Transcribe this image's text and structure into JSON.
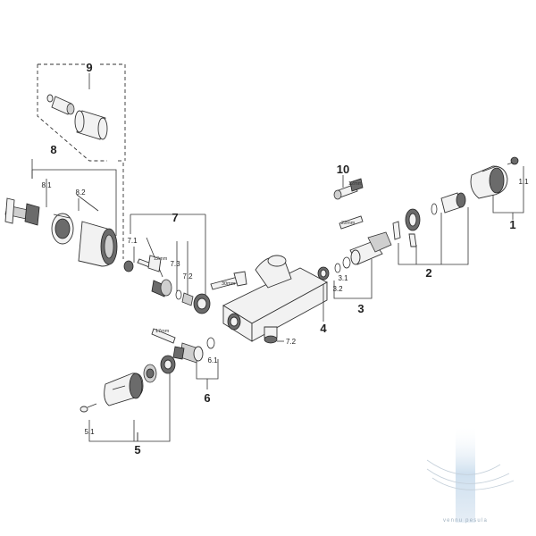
{
  "callouts": {
    "c1": "1",
    "c1_1": "1.1",
    "c2": "2",
    "c3": "3",
    "c3_1": "3.1",
    "c3_2": "3.2",
    "c4": "4",
    "c5": "5",
    "c5_1": "5.1",
    "c6": "6",
    "c6_1": "6.1",
    "c7": "7",
    "c7_1": "7.1",
    "c7_2": "7.2",
    "c7_3": "7.3",
    "c7_2b": "7.2",
    "c8": "8",
    "c8_1": "8.1",
    "c8_2": "8.2",
    "c9": "9",
    "c10": "10"
  },
  "tool_sizes": {
    "t12a": "12mm",
    "t30": "30mm",
    "t12b": "12mm",
    "t22": "22mm",
    "t17": "17mm"
  },
  "watermark": {
    "text": "vennu pesula"
  },
  "colors": {
    "line": "#333333",
    "part_fill": "#f2f2f2",
    "dark_fill": "#6b6b6b",
    "watermark_bar": "#cfe0ef"
  }
}
